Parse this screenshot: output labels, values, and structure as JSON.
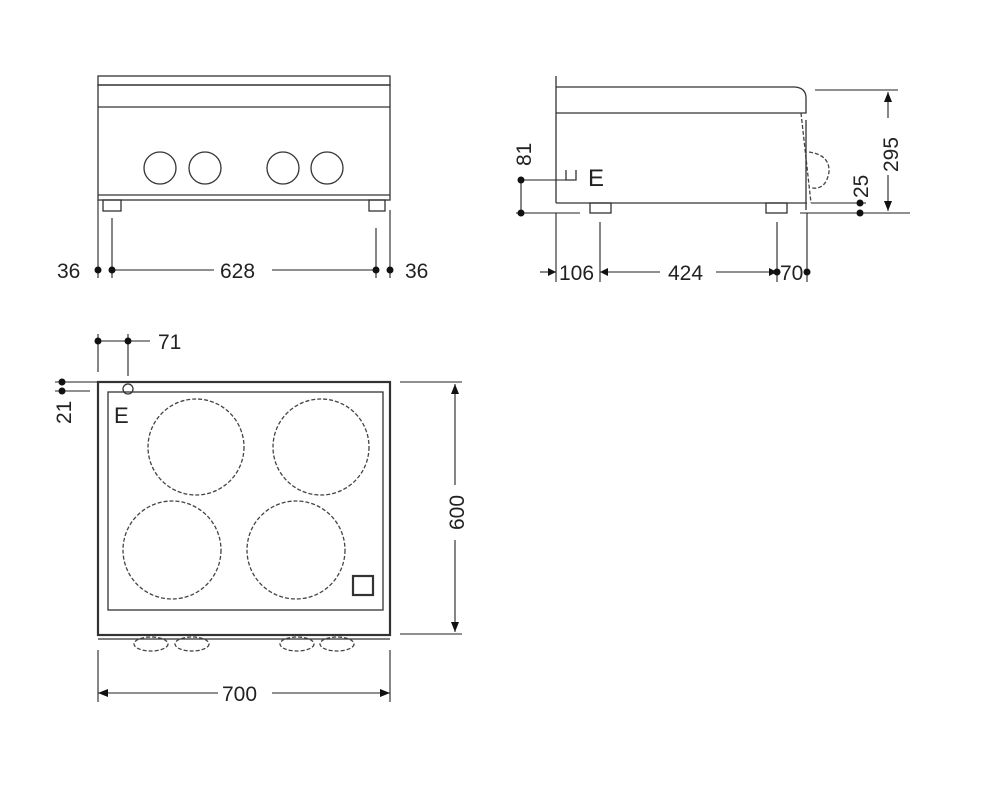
{
  "front_view": {
    "dims": {
      "left_offset": "36",
      "foot_span": "628",
      "right_offset": "36"
    }
  },
  "side_view": {
    "dims": {
      "height_81": "81",
      "height_25": "25",
      "total_height": "295",
      "front_offset": "106",
      "foot_span": "424",
      "rear_offset": "70"
    },
    "marker": "E"
  },
  "top_view": {
    "dims": {
      "x_71": "71",
      "y_21": "21",
      "depth": "600",
      "width": "700"
    },
    "marker": "E",
    "hotplates": 4
  }
}
